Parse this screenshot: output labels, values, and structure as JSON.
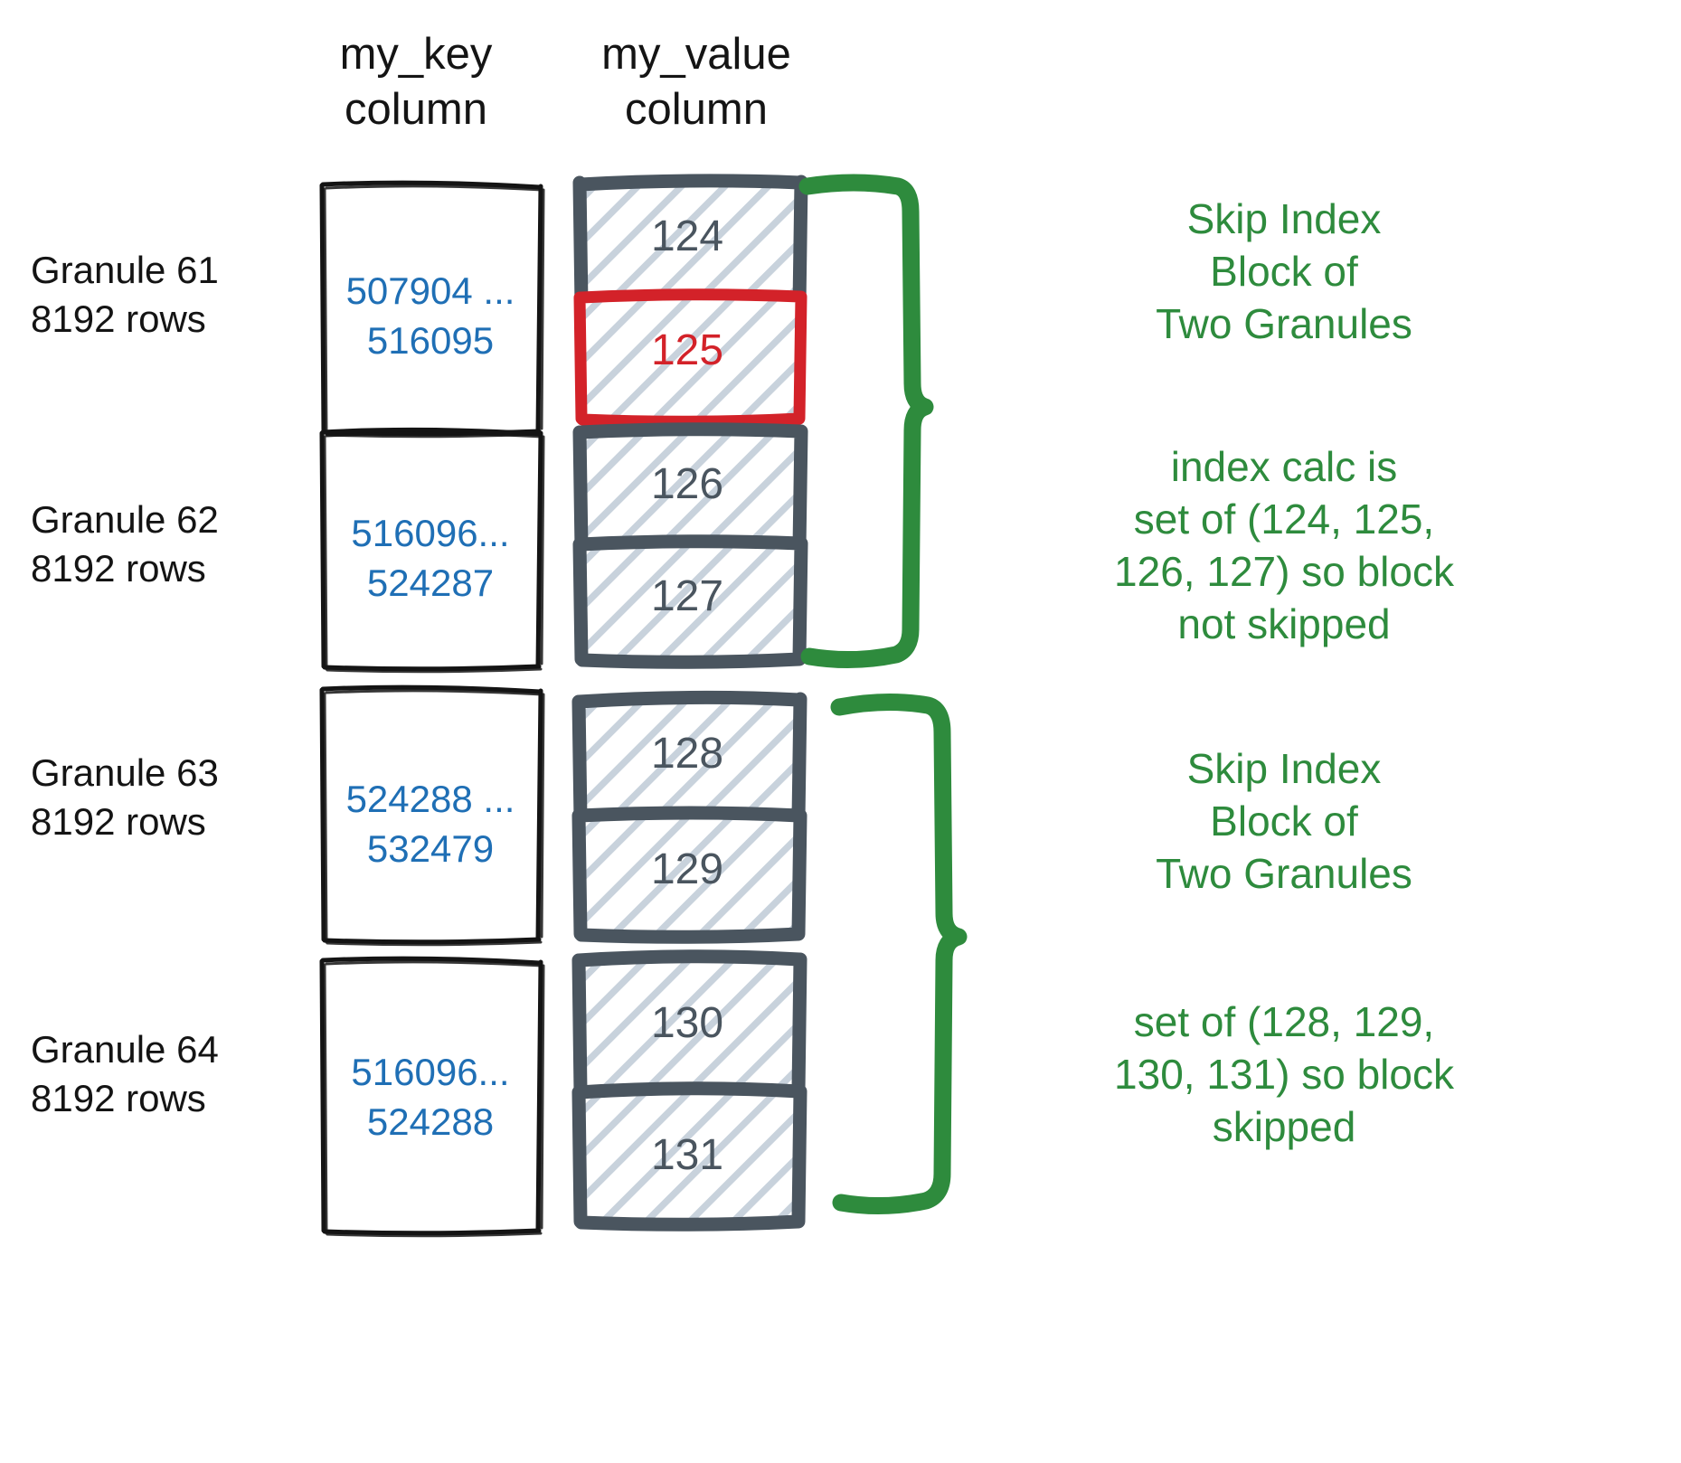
{
  "headers": {
    "key_column": "my_key\ncolumn",
    "value_column": "my_value\ncolumn"
  },
  "colors": {
    "key_text": "#1F6FB5",
    "value_border": "#4A555F",
    "value_text": "#4A555F",
    "highlight": "#D32229",
    "annotation": "#2E8B3D",
    "hatch": "#C8D2DC",
    "outline": "#141414"
  },
  "granules": [
    {
      "label": "Granule 61\n8192 rows",
      "key_range": "507904 ...\n516095",
      "values": [
        {
          "text": "124",
          "highlighted": false
        },
        {
          "text": "125",
          "highlighted": true
        }
      ]
    },
    {
      "label": "Granule 62\n8192 rows",
      "key_range": "516096...\n524287",
      "values": [
        {
          "text": "126",
          "highlighted": false
        },
        {
          "text": "127",
          "highlighted": false
        }
      ]
    },
    {
      "label": "Granule 63\n8192 rows",
      "key_range": "524288 ...\n532479",
      "values": [
        {
          "text": "128",
          "highlighted": false
        },
        {
          "text": "129",
          "highlighted": false
        }
      ]
    },
    {
      "label": "Granule 64\n8192 rows",
      "key_range": "516096...\n524288",
      "values": [
        {
          "text": "130",
          "highlighted": false
        },
        {
          "text": "131",
          "highlighted": false
        }
      ]
    }
  ],
  "annotations": [
    {
      "title": "Skip Index\nBlock of\nTwo Granules"
    },
    {
      "body": "index calc is\nset of (124, 125,\n126, 127) so block\nnot skipped"
    },
    {
      "title": "Skip Index\nBlock of\nTwo Granules"
    },
    {
      "body": "set of (128, 129,\n130, 131) so block\nskipped"
    }
  ]
}
